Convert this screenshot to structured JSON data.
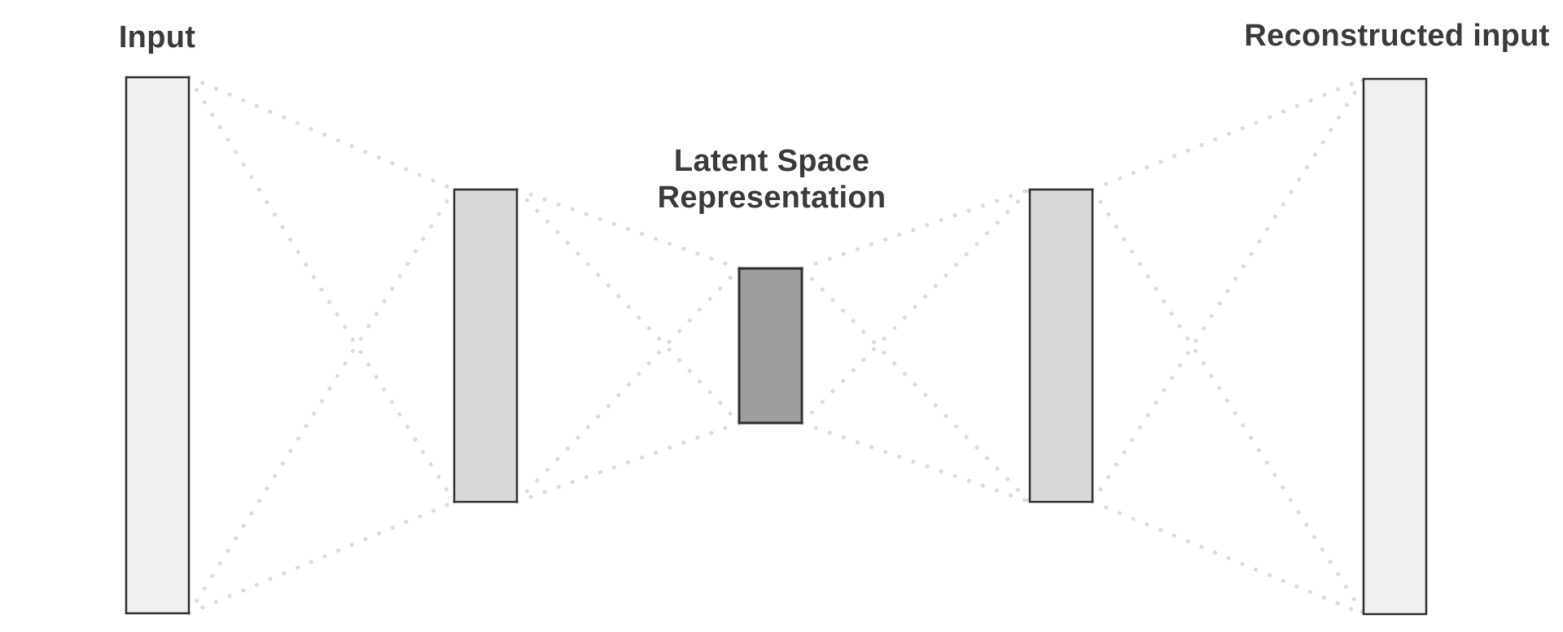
{
  "labels": {
    "input": "Input",
    "latent_line1": "Latent Space",
    "latent_line2": "Representation",
    "reconstructed": "Reconstructed input"
  },
  "colors": {
    "background": "#ffffff",
    "text": "#3a3a3a",
    "connection_dots": "#dadada",
    "layer_border": "#2e2e2e",
    "outer_layer_fill": "#f0f0ee",
    "hidden_layer_fill": "#d8d8d8",
    "latent_layer_fill": "#9e9e9e"
  },
  "layers": [
    {
      "name": "input-layer",
      "fill": "#f0f0ee"
    },
    {
      "name": "encoder-hidden-layer",
      "fill": "#d8d8d8"
    },
    {
      "name": "latent-layer",
      "fill": "#9e9e9e"
    },
    {
      "name": "decoder-hidden-layer",
      "fill": "#d8d8d8"
    },
    {
      "name": "output-layer",
      "fill": "#f0f0ee"
    }
  ],
  "connections": [
    {
      "from": "input-layer",
      "to": "encoder-hidden-layer",
      "style": "dotted"
    },
    {
      "from": "encoder-hidden-layer",
      "to": "latent-layer",
      "style": "dotted"
    },
    {
      "from": "latent-layer",
      "to": "decoder-hidden-layer",
      "style": "dotted"
    },
    {
      "from": "decoder-hidden-layer",
      "to": "output-layer",
      "style": "dotted"
    }
  ]
}
